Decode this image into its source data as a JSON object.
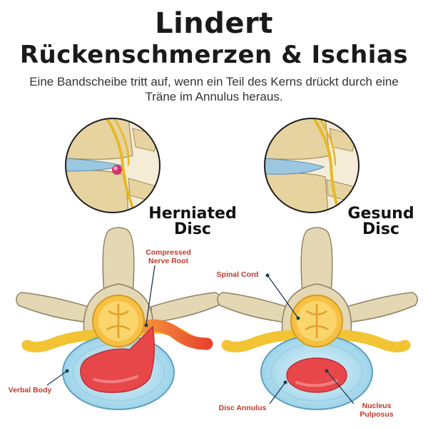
{
  "title_line1": "Lindert",
  "title_line2": "Rückenschmerzen & Ischias",
  "subtitle": "Eine Bandscheibe tritt auf, wenn ein Teil des Kerns drückt durch eine Träne im Annulus heraus.",
  "left_panel": {
    "label_line1": "Herniated",
    "label_line2": "Disc",
    "compressed_line1": "Compressed",
    "compressed_line2": "Nerve Root",
    "verbal_body": "Verbal Body"
  },
  "right_panel": {
    "label_line1": "Gesund",
    "label_line2": "Disc",
    "spinal_cord": "Spinal Cord",
    "disc_annulus": "Disc Annulus",
    "nucleus_line1": "Nucleus",
    "nucleus_line2": "Pulposus"
  },
  "colors": {
    "bone": "#e3d7b4",
    "bone_outline": "#8f8163",
    "nerve": "#f2c433",
    "annulus": "#a9d9ee",
    "nucleus": "#e8474a",
    "label_red": "#c0392b"
  }
}
